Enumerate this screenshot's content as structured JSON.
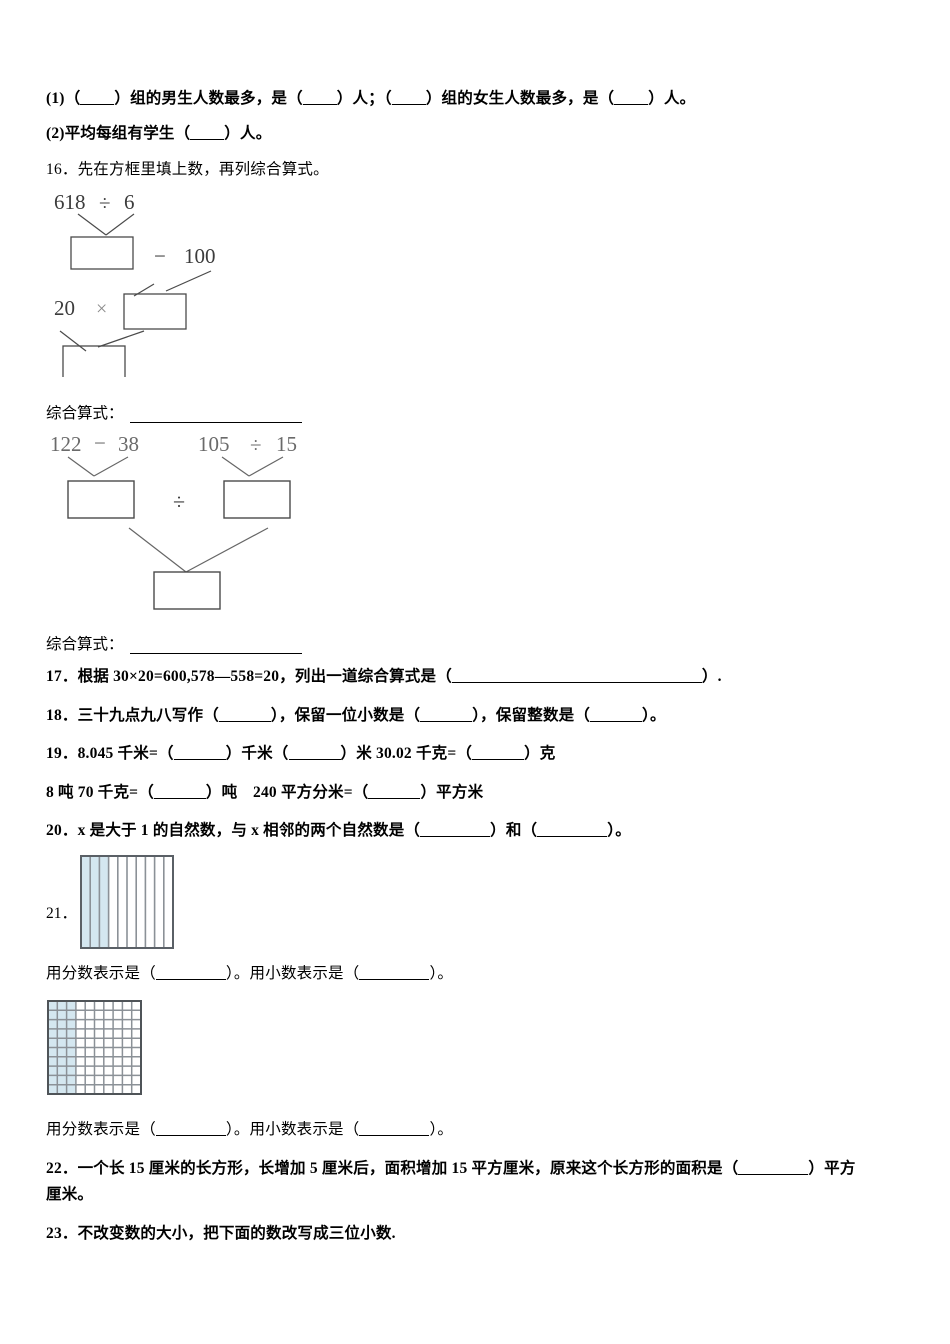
{
  "document": {
    "type": "math-worksheet",
    "language": "zh-CN"
  },
  "items": {
    "sub1": {
      "label": "(1)",
      "text_a": "（",
      "text_b": "）组的男生人数最多，是（",
      "text_c": "）人；（",
      "text_d": "）组的女生人数最多，是（",
      "text_e": "）人。"
    },
    "sub2": {
      "label": "(2)",
      "text_a": "平均每组有学生（",
      "text_b": "）人。"
    },
    "q16": {
      "number": "16．",
      "text": "先在方框里填上数，再列综合算式。"
    },
    "q17": {
      "number": "17．",
      "text_a": "根据 30×20=600,578—558=20，列出一道综合算式是（",
      "text_b": "）."
    },
    "q18": {
      "number": "18．",
      "text_a": "三十九点九八写作（",
      "text_b": "），保留一位小数是（",
      "text_c": "），保留整数是（",
      "text_d": "）。"
    },
    "q19": {
      "number": "19．",
      "line1_a": "8.045 千米=（",
      "line1_b": "）千米（",
      "line1_c": "）米  30.02 千克=（",
      "line1_d": "）克",
      "line2_a": "8 吨 70 千克=（",
      "line2_b": "）吨　240 平方分米=（",
      "line2_c": "）平方米"
    },
    "q20": {
      "number": "20．",
      "text_a": "x 是大于 1 的自然数，与 x 相邻的两个自然数是（",
      "text_b": "）和（",
      "text_c": "）。"
    },
    "q21": {
      "number": "21．",
      "answer_line_a": "用分数表示是（",
      "answer_line_b": "）。用小数表示是（",
      "answer_line_c": "）。"
    },
    "q22": {
      "number": "22．",
      "text_a": "一个长 15 厘米的长方形，长增加 5 厘米后，面积增加 15 平方厘米，原来这个长方形的面积是（",
      "text_b": "）平方",
      "text_c": "厘米。"
    },
    "q23": {
      "number": "23．",
      "text": "不改变数的大小，把下面的数改写成三位小数."
    }
  },
  "diagram1": {
    "top_left": "618",
    "top_operator": "÷",
    "top_right": "6",
    "mid_operator": "−",
    "mid_right": "100",
    "bottom_left": "20",
    "bottom_operator": "×",
    "box1_value": "",
    "box2_value": "",
    "box3_value": "",
    "formula_label": "综合算式："
  },
  "diagram2": {
    "left_expr_a": "122",
    "left_expr_op": "−",
    "left_expr_b": "38",
    "right_expr_a": "105",
    "right_expr_op": "÷",
    "right_expr_b": "15",
    "middle_operator": "÷",
    "box_left_value": "",
    "box_right_value": "",
    "box_result_value": "",
    "formula_label": "综合算式："
  },
  "grid_stripes": {
    "type": "fraction-model",
    "orientation": "vertical-stripes",
    "columns": 10,
    "rows": 1,
    "shaded_columns": 3,
    "shade_color": "#d4e7f0",
    "line_color": "#7a7f85",
    "border_color": "#5a6066"
  },
  "grid_squares": {
    "type": "fraction-model",
    "orientation": "grid",
    "columns": 10,
    "rows": 10,
    "shaded_columns": 3,
    "shade_color": "#d4e7f0",
    "line_color": "#8b9197",
    "border_color": "#4f5458"
  },
  "colors": {
    "text": "#000000",
    "rule": "#000000",
    "diagram_stroke": "#4a4a4a",
    "diagram_text": "#3c3c3c"
  }
}
